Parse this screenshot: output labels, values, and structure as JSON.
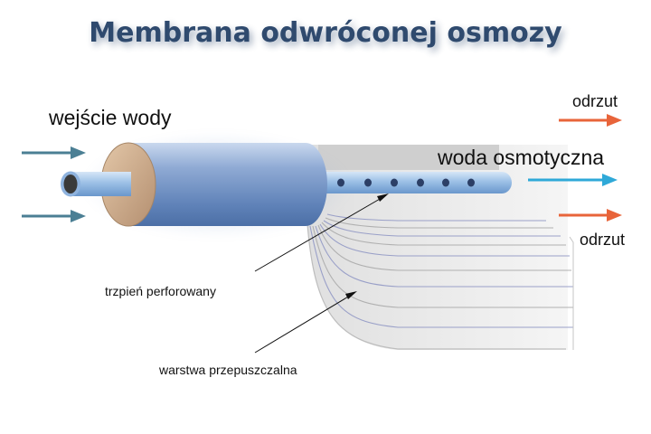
{
  "title": "Membrana odwróconej osmozy",
  "labels": {
    "inlet": "wejście wody",
    "permeate": "woda osmotyczna",
    "reject_top": "odrzut",
    "reject_bottom": "odrzut",
    "perforated_tube": "trzpień perforowany",
    "permeable_layer": "warstwa przepuszczalna"
  },
  "colors": {
    "title": "#2f4a6e",
    "inlet_arrow": "#4b7f94",
    "permeate_arrow": "#2fa9d8",
    "reject_arrow": "#e8643a",
    "cylinder": "#6f93c4",
    "end_cap": "#c8a889",
    "core": "#3a3a3a",
    "layers": "#e6e6e6"
  }
}
